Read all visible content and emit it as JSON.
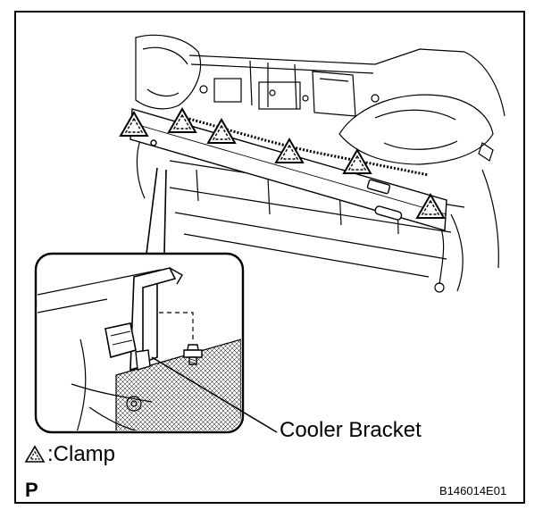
{
  "labels": {
    "callout": "Cooler Bracket",
    "legend_text": "Clamp",
    "legend_prefix": ":",
    "corner_marker": "P",
    "figure_code": "B146014E01"
  },
  "icons": {
    "clamp": "clamp-warning-triangle-icon",
    "bolt": "bolt-icon"
  },
  "colors": {
    "line": "#000000",
    "background": "#ffffff"
  }
}
